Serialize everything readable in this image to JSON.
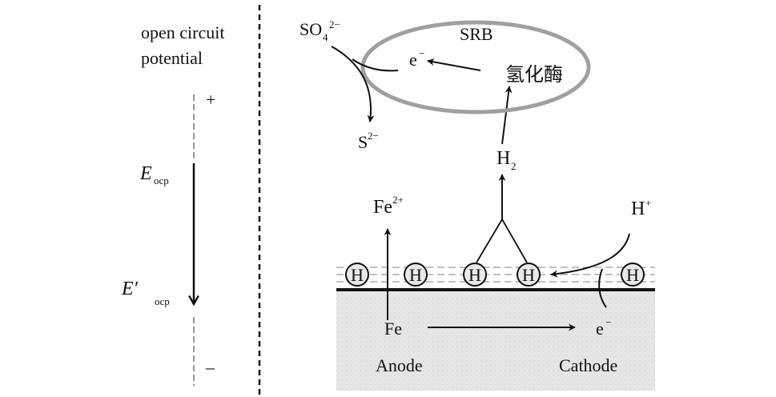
{
  "left_panel": {
    "ocp_line1": "open circuit",
    "ocp_line2": "potential",
    "plus": "+",
    "minus": "–",
    "e_ocp_main": "E",
    "e_ocp_sub": "ocp",
    "e_prime_main": "E′",
    "e_prime_sub": "ocp"
  },
  "srb": {
    "label": "SRB",
    "electron_main": "e",
    "electron_sup": "−",
    "hydrogenase": "氢化酶"
  },
  "sulfur": {
    "sulfate_main": "SO",
    "sulfate_sub": "4",
    "sulfate_sup": "2−",
    "sulfide_main": "S",
    "sulfide_sup": "2−"
  },
  "hydrogen": {
    "h2_main": "H",
    "h2_sub": "2",
    "hplus_main": "H",
    "hplus_sup": "+",
    "adsorbed": "H"
  },
  "metal": {
    "fe_ion_main": "Fe",
    "fe_ion_sup": "2+",
    "fe": "Fe",
    "electron_main": "e",
    "electron_sup": "−",
    "anode": "Anode",
    "cathode": "Cathode"
  },
  "colors": {
    "ellipse_stroke": "#a0a0a0",
    "metal_fill": "#e6e6e6",
    "ink": "#111111",
    "dash_gray": "#999999"
  }
}
